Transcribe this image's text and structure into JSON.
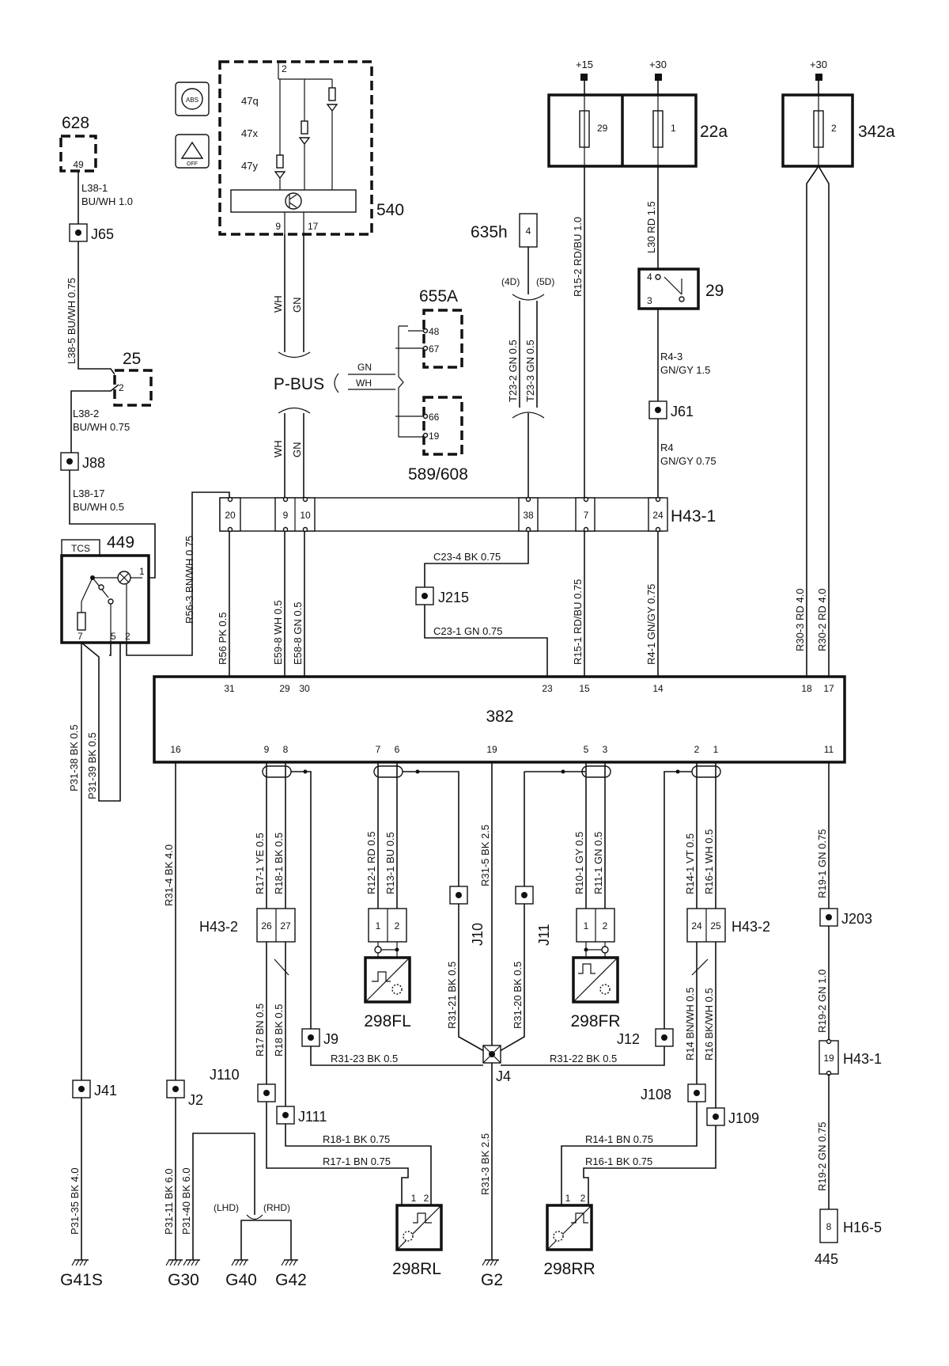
{
  "supply": {
    "plus15": "+15",
    "plus30a": "+30",
    "plus30b": "+30"
  },
  "comp": {
    "c628": "628",
    "c628pin": "49",
    "c25": "25",
    "c25pin": "2",
    "c540": "540",
    "c540_47q": "47q",
    "c540_47x": "47x",
    "c540_47y": "47y",
    "c540_pin2": "2",
    "c540_pin9": "9",
    "c540_pin17": "17",
    "abs_text": "ABS",
    "off_text": "OFF",
    "c655a": "655A",
    "c655a_p48": "48",
    "c655a_p67": "67",
    "c589": "589/608",
    "c589_p66": "66",
    "c589_p19": "19",
    "c635h": "635h",
    "c635h_pin": "4",
    "f22a": "22a",
    "f22a_fuse29": "29",
    "f22a_fuse1": "1",
    "f342a": "342a",
    "f342a_fuse2": "2",
    "r29": "29",
    "r29_p4": "4",
    "r29_p3": "3",
    "c449": "449",
    "tcs": "TCS",
    "c449_p1": "1",
    "c449_p7": "7",
    "c449_p5": "5",
    "c449_p2": "2",
    "h431": "H43-1",
    "h431_lower": "H43-1",
    "h432_left": "H43-2",
    "h432_right": "H43-2",
    "c382": "382",
    "h165": "H16-5",
    "h165_pin": "8",
    "c445": "445",
    "s298fl": "298FL",
    "s298fr": "298FR",
    "s298rl": "298RL",
    "s298rr": "298RR",
    "pbus": "P-BUS",
    "pbus_gn": "GN",
    "pbus_wh": "WH",
    "d4": "(4D)",
    "d5": "(5D)",
    "lhd": "(LHD)",
    "rhd": "(RHD)"
  },
  "h431_pins": [
    "20",
    "9",
    "10",
    "38",
    "7",
    "24"
  ],
  "h431_pin19": "19",
  "c382_top_pins": [
    "31",
    "29",
    "30",
    "23",
    "15",
    "14",
    "18",
    "17"
  ],
  "c382_bottom_pins": [
    "16",
    "9",
    "8",
    "7",
    "6",
    "19",
    "5",
    "3",
    "2",
    "1",
    "11"
  ],
  "h432_pins": {
    "l1": "26",
    "l2": "27",
    "r1": "24",
    "r2": "25"
  },
  "sensor_pins": {
    "fl1": "1",
    "fl2": "2",
    "fr1": "1",
    "fr2": "2",
    "rl1": "1",
    "rl2": "2",
    "rr1": "1",
    "rr2": "2"
  },
  "joints": {
    "J65": "J65",
    "J88": "J88",
    "J61": "J61",
    "J215": "J215",
    "J203": "J203",
    "J9": "J9",
    "J10": "J10",
    "J11": "J11",
    "J12": "J12",
    "J4": "J4",
    "J110": "J110",
    "J111": "J111",
    "J108": "J108",
    "J109": "J109",
    "J41": "J41",
    "J2": "J2"
  },
  "grounds": {
    "G41S": "G41S",
    "G30": "G30",
    "G40": "G40",
    "G42": "G42",
    "G2": "G2"
  },
  "wires": {
    "L38_1": "L38-1",
    "L38_1s": "BU/WH  1.0",
    "L38_5": "L38-5  BU/WH  0.75",
    "L38_2": "L38-2",
    "L38_2s": "BU/WH  0.75",
    "L38_17": "L38-17",
    "L38_17s": "BU/WH  0.5",
    "R56_3": "R56-3  BN/WH  0.75",
    "R56": "R56   PK   0.5",
    "E59_8": "E59-8  WH  0.5",
    "E58_8": "E58-8  GN  0.5",
    "WH_up": "WH",
    "GN_up": "GN",
    "WH_dn": "WH",
    "GN_dn": "GN",
    "T23_2": "T23-2  GN  0.5",
    "T23_3": "T23-3  GN  0.5",
    "R15_2": "R15-2  RD/BU  1.0",
    "L30": "L30   RD   1.5",
    "R4_3": "R4-3",
    "R4_3s": "GN/GY 1.5",
    "R4": "R4",
    "R4s": "GN/GY  0.75",
    "C23_4": "C23-4   BK   0.75",
    "C23_1": "C23-1   GN   0.75",
    "R15_1": "R15-1  RD/BU  0.75",
    "R4_1": "R4-1  GN/GY  0.75",
    "R30_3": "R30-3   RD   4.0",
    "R30_2": "R30-2   RD   4.0",
    "P31_38": "P31-38  BK   0.5",
    "P31_39": "P31-39  BK   0.5",
    "R31_4": "R31-4  BK   4.0",
    "R17_1": "R17-1  YE   0.5",
    "R18_1": "R18-1  BK   0.5",
    "R12_1": "R12-1  RD   0.5",
    "R13_1": "R13-1  BU   0.5",
    "R31_5": "R31-5  BK   2.5",
    "R10_1": "R10-1  GY   0.5",
    "R11_1": "R11-1  GN   0.5",
    "R14_1": "R14-1  VT   0.5",
    "R16_1": "R16-1  WH   0.5",
    "R19_1": "R19-1  GN   0.75",
    "R19_2a": "R19-2     GN   1.0",
    "R19_2b": "R19-2     GN   0.75",
    "R31_21": "R31-21  BK   0.5",
    "R31_20": "R31-20  BK   0.5",
    "R17": "R17  BN   0.5",
    "R18": "R18  BK   0.5",
    "R14": "R14  BN/WH  0.5",
    "R16": "R16  BK/WH  0.5",
    "R31_23": "R31-23   BK    0.5",
    "R31_22": "R31-22   BK    0.5",
    "R18_1h": "R18-1    BK    0.75",
    "R17_1h": "R17-1    BN    0.75",
    "R14_1h": "R14-1    BN    0.75",
    "R16_1h": "R16-1    BK    0.75",
    "R31_3": "R31-3  BK   2.5",
    "P31_35": "P31-35  BK   4.0",
    "P31_11": "P31-11  BK   6.0",
    "P31_40": "P31-40  BK   6.0"
  }
}
